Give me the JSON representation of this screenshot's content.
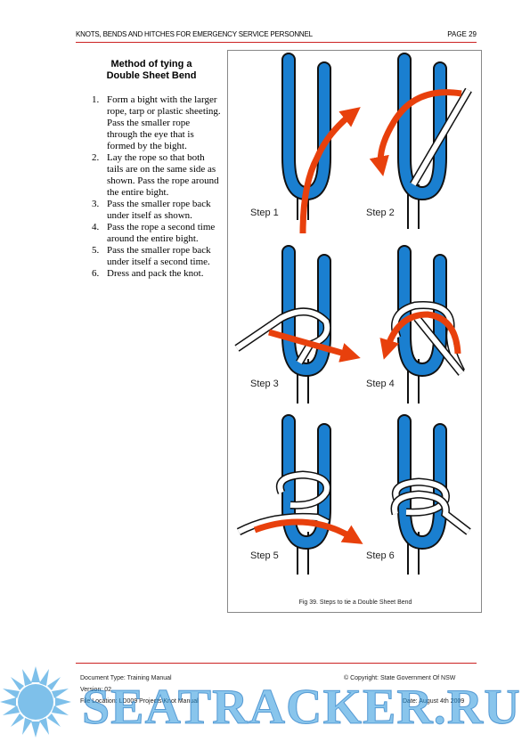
{
  "header": {
    "title": "KNOTS, BENDS AND HITCHES FOR EMERGENCY SERVICE PERSONNEL",
    "page": "PAGE 29"
  },
  "method": {
    "title_line1": "Method of tying a",
    "title_line2": "Double Sheet Bend",
    "steps": [
      {
        "num": "1.",
        "text": "Form a bight with the larger rope, tarp or plastic sheeting. Pass the smaller rope through the eye that is formed by the bight."
      },
      {
        "num": "2.",
        "text": "Lay the rope so that both tails are on the same side as shown. Pass the rope around the entire bight."
      },
      {
        "num": "3.",
        "text": "Pass the smaller rope back under itself as shown."
      },
      {
        "num": "4.",
        "text": "Pass the rope a second time around the entire bight."
      },
      {
        "num": "5.",
        "text": "Pass the smaller rope back under itself a second time."
      },
      {
        "num": "6.",
        "text": "Dress and pack the knot."
      }
    ]
  },
  "figure": {
    "step_labels": [
      "Step 1",
      "Step 2",
      "Step 3",
      "Step 4",
      "Step 5",
      "Step 6"
    ],
    "caption": "Fig 39. Steps to tie a Double Sheet Bend",
    "colors": {
      "blue_rope": "#1a7fd0",
      "arrow": "#e8400c",
      "outline": "#111111"
    }
  },
  "footer": {
    "doc_type": "Document Type: Training Manual",
    "copyright": "© Copyright: State Government Of NSW",
    "version": "Version: 02",
    "file_location": "File Location: LD009 Projects\\Knot Manual",
    "date": "Date: August 4th 2009"
  },
  "watermark": {
    "text": "SEATRACKER.RU",
    "icon": "sun-burst-icon"
  }
}
